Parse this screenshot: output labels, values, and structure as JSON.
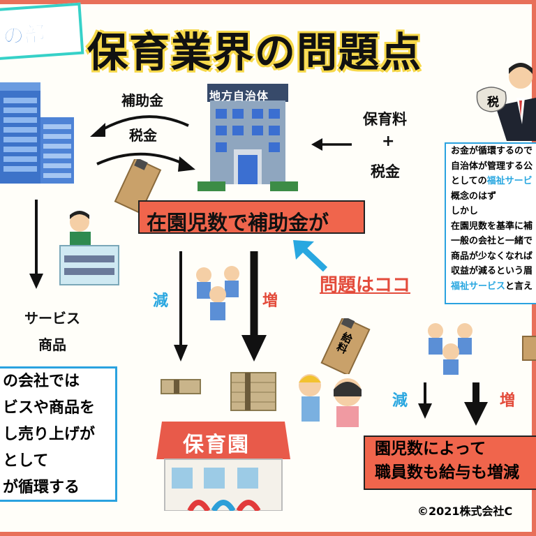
{
  "tag": "の部",
  "title": "保育業界の問題点",
  "gov_sign": "地方自治体",
  "subsidy_label": "補助金",
  "tax_label": "税金",
  "fee_lines": [
    "保育料",
    "+",
    "税金"
  ],
  "tax_bag": "税",
  "highlight": "在園児数で補助金が",
  "problem_label": "問題はココ",
  "decrease": "減",
  "increase": "増",
  "service_lines": [
    "サービス",
    "商品"
  ],
  "salary_envelope": "給料",
  "nursery_sign": "保育園",
  "left_box_lines": [
    "の会社では",
    "ビスや商品を",
    "し売り上げが",
    "として",
    "が循環する"
  ],
  "side_box_lines": [
    {
      "text": "お金が循環するので",
      "accent": false
    },
    {
      "text": "自治体が管理する公",
      "accent": false
    },
    {
      "text": "としての福祉サービ",
      "accent": false
    },
    {
      "text": "概念のはず",
      "accent": false
    },
    {
      "text": "しかし",
      "accent": false
    },
    {
      "text": "在園児数を基準に補",
      "accent": false
    },
    {
      "text": "一般の会社と一緒で",
      "accent": false
    },
    {
      "text": "商品が少なくなれば",
      "accent": false
    },
    {
      "text": "収益が減るという眉",
      "accent": false
    },
    {
      "text": "福祉サービスと言え",
      "accent": false
    }
  ],
  "bottom_box_lines": [
    "園児数によって",
    "職員数も給与も増減"
  ],
  "copyright": "©2021株式会社C",
  "colors": {
    "border": "#e8705a",
    "accent_cyan": "#29a7e0",
    "highlight_red": "#f0654c",
    "tag_teal": "#36d1c8",
    "title_shadow": "#f6d84a"
  }
}
